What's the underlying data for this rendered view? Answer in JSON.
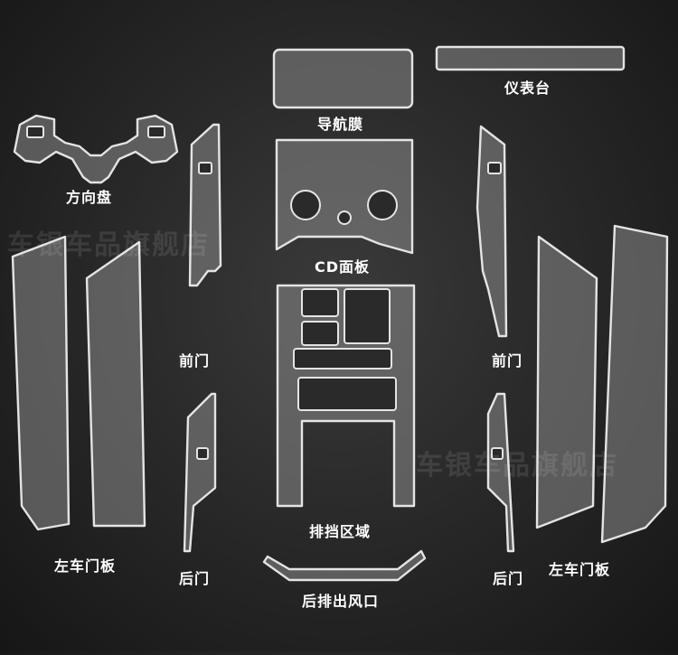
{
  "labels": {
    "dashboard": "仪表台",
    "navigation_film": "导航膜",
    "steering_wheel": "方向盘",
    "cd_panel": "CD面板",
    "front_door_left": "前门",
    "front_door_right": "前门",
    "gear_area": "排挡区域",
    "left_door_panel": "左车门板",
    "rear_door_left": "后门",
    "rear_vent": "后排出风口",
    "rear_door_right": "后门",
    "right_door_panel": "左车门板"
  },
  "watermark": {
    "left": "车银车品旗舰店",
    "right": "车银车品旗舰店"
  }
}
